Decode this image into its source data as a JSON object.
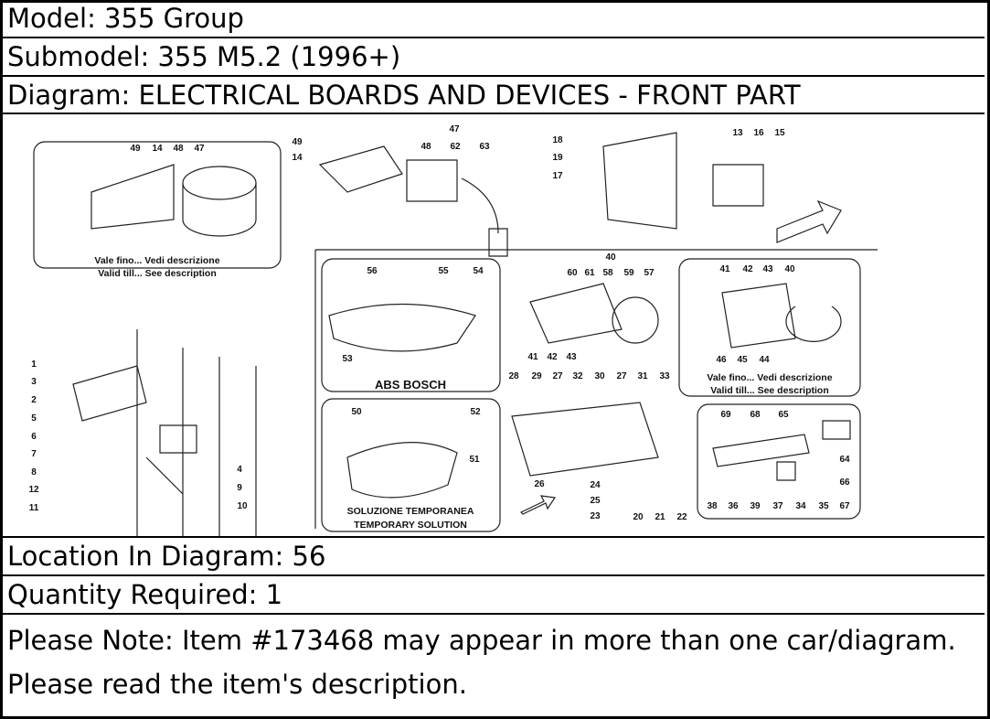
{
  "model": "Model: 355 Group",
  "submodel": "Submodel: 355 M5.2 (1996+)",
  "diagram_title": "Diagram: ELECTRICAL BOARDS AND DEVICES - FRONT PART",
  "location": "Location In Diagram: 56",
  "quantity": "Quantity Required: 1",
  "note": "Please Note: Item #173468 may appear in more than one car/diagram. Please read the item's description.",
  "diagram": {
    "captions": {
      "vale_fino_1": "Vale fino... Vedi descrizione",
      "valid_till_1": "Valid till... See description",
      "abs_bosch": "ABS BOSCH",
      "soluzione": "SOLUZIONE TEMPORANEA",
      "temporary": "TEMPORARY SOLUTION",
      "vale_fino_2": "Vale fino... Vedi descrizione",
      "valid_till_2": "Valid till... See description"
    },
    "callouts": [
      "49",
      "14",
      "48",
      "47",
      "49",
      "14",
      "47",
      "48",
      "62",
      "63",
      "18",
      "19",
      "17",
      "13",
      "16",
      "15",
      "1",
      "3",
      "2",
      "5",
      "6",
      "7",
      "8",
      "12",
      "11",
      "4",
      "9",
      "10",
      "56",
      "55",
      "54",
      "53",
      "50",
      "52",
      "51",
      "40",
      "60",
      "61",
      "58",
      "59",
      "57",
      "41",
      "42",
      "43",
      "28",
      "29",
      "27",
      "32",
      "30",
      "27",
      "31",
      "33",
      "26",
      "24",
      "25",
      "23",
      "20",
      "21",
      "22",
      "41",
      "42",
      "43",
      "40",
      "46",
      "45",
      "44",
      "69",
      "68",
      "65",
      "64",
      "66",
      "38",
      "36",
      "39",
      "37",
      "34",
      "35",
      "67"
    ]
  }
}
